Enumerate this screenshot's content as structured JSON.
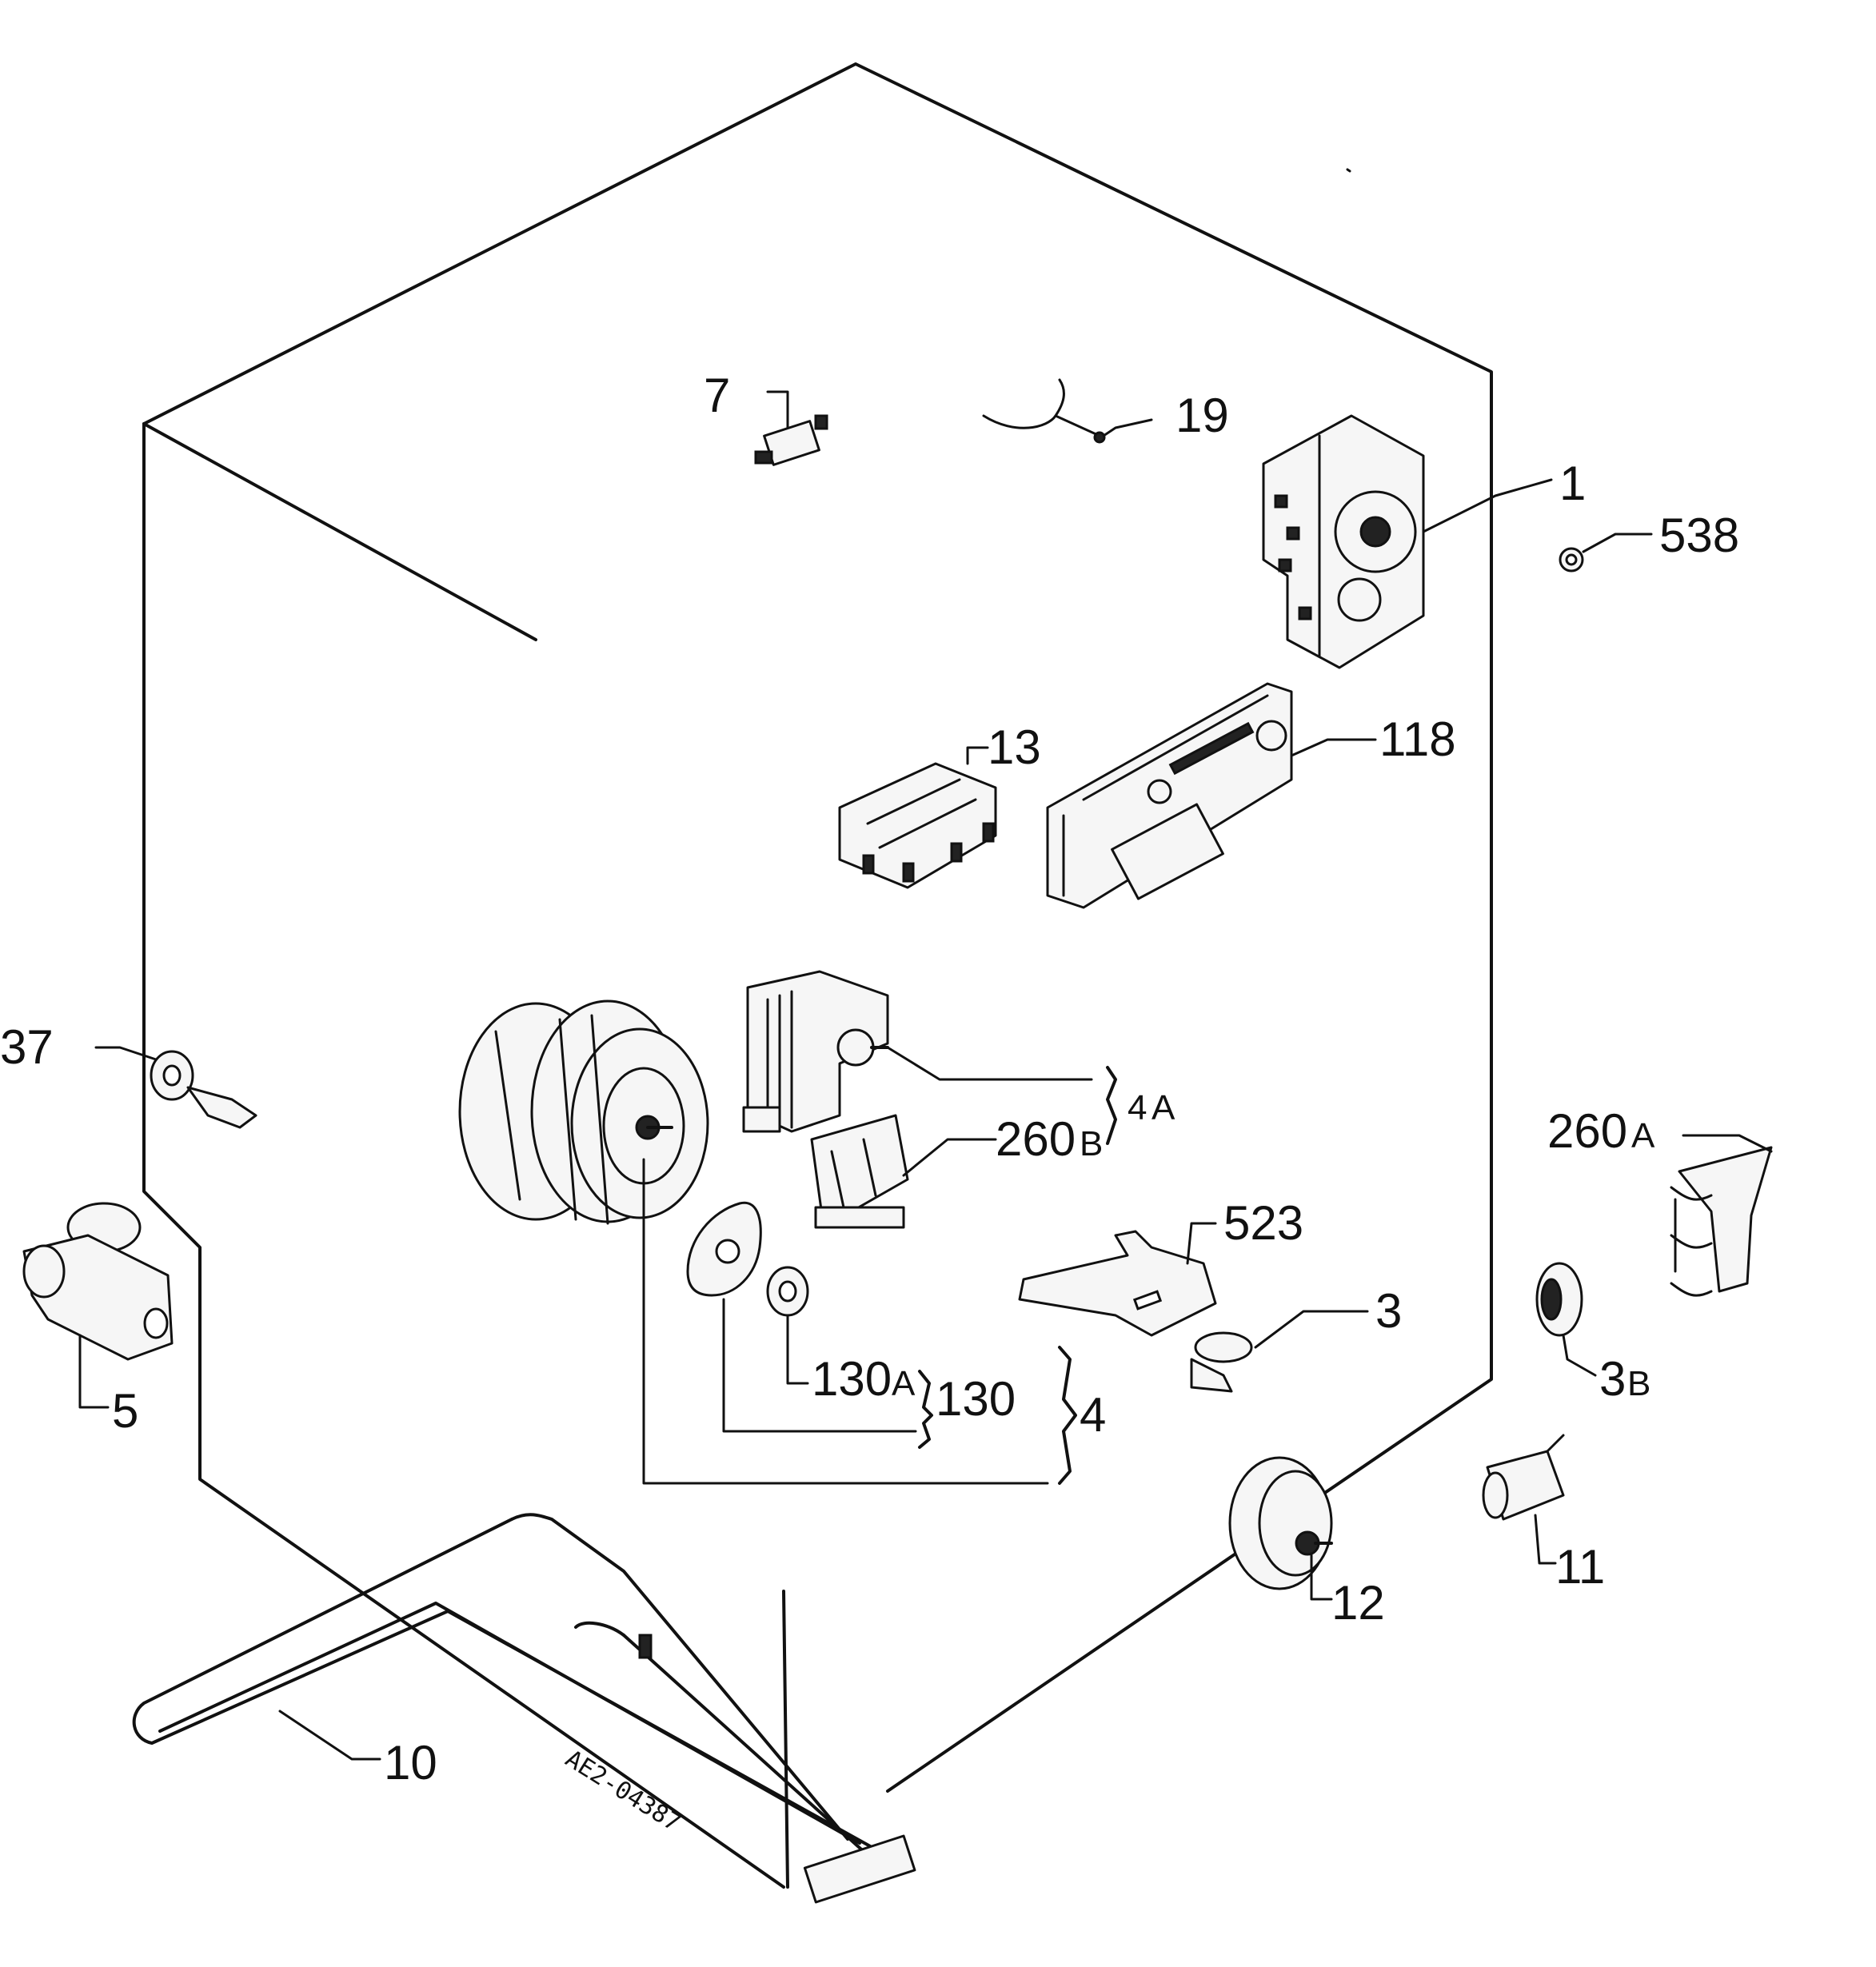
{
  "callouts": {
    "p7": "7",
    "p19": "19",
    "p1": "1",
    "p538": "538",
    "p13": "13",
    "p118": "118",
    "p37": "37",
    "p4a": "4",
    "p4a_suffix": "A",
    "p260b": "260",
    "p260b_suffix": "B",
    "p260a": "260",
    "p260a_suffix": "A",
    "p523": "523",
    "p3": "3",
    "p3b": "3",
    "p3b_suffix": "B",
    "p5": "5",
    "p130a": "130",
    "p130a_suffix": "A",
    "p130": "130",
    "p4": "4",
    "p12": "12",
    "p11": "11",
    "p10": "10"
  },
  "drawing_code": "AE2-04387"
}
